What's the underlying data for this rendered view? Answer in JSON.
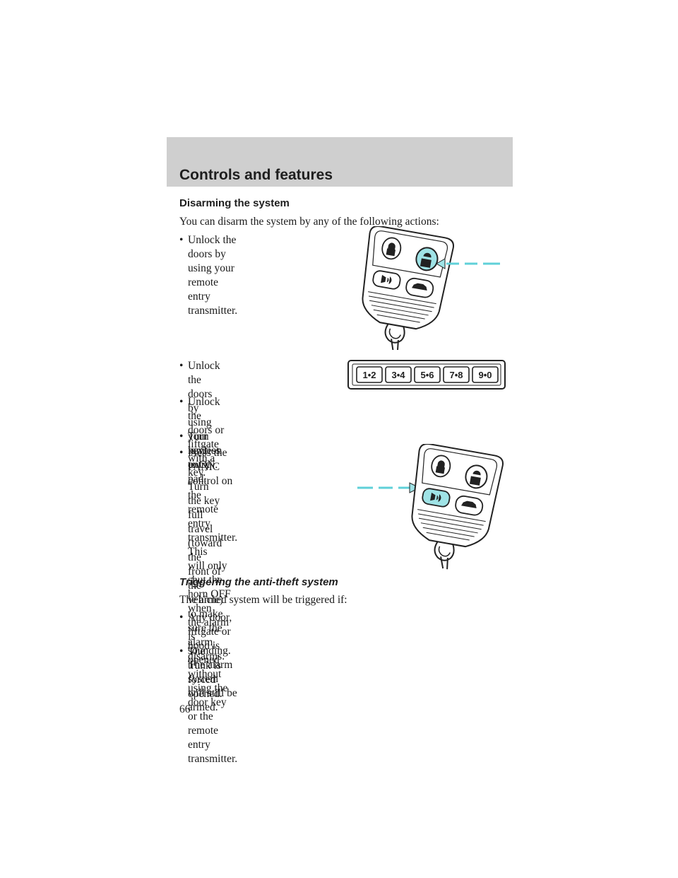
{
  "header": {
    "title": "Controls and features"
  },
  "section1": {
    "heading": "Disarming the system",
    "intro": "You can disarm the system by any of the following actions:",
    "bullets": [
      {
        "text": "Unlock the doors by using your\nremote entry transmitter."
      },
      {
        "text": "Unlock the doors by using your\nkeyless entry pad."
      },
      {
        "text": "Unlock the doors or liftgate with a key. Turn the key full travel\n(toward the front of the vehicle) to make sure the alarm disarms."
      },
      {
        "text": "Turn ignition to ON."
      },
      {
        "text": "Press the PANIC control on the\nremote entry transmitter. This\nwill only shut the horn OFF when\nthe alarm is sounding. The alarm\nsystem will still be armed."
      }
    ]
  },
  "keypad": {
    "keys": [
      "1•2",
      "3•4",
      "5•6",
      "7•8",
      "9•0"
    ]
  },
  "section2": {
    "heading": "Triggering the anti-theft system",
    "intro": "The armed system will be triggered if:",
    "bullets": [
      {
        "text": "Any door, liftgate or hood is opened without using the door key or the\nremote entry transmitter."
      },
      {
        "text": "The trunk is forced opened."
      }
    ]
  },
  "icons": {
    "fob1": "remote-transmitter-unlock-highlighted-icon",
    "keypad": "keyless-entry-pad-icon",
    "fob2": "remote-transmitter-panic-highlighted-icon"
  },
  "colors": {
    "highlight": "#9fe3e6",
    "header_band": "#cfcfcf"
  },
  "page": {
    "number": "66"
  }
}
